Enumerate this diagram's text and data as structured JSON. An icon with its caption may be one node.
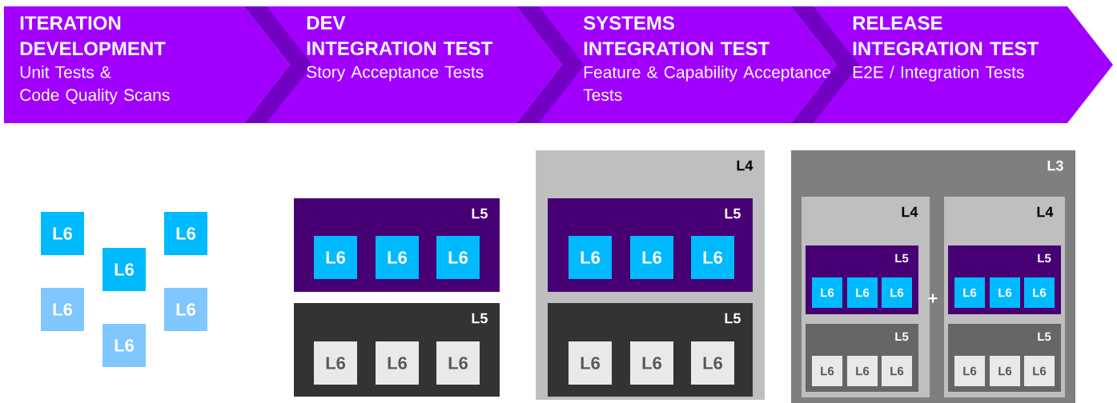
{
  "diagram": {
    "nodes": [
      {
        "text": [
          "ITERATION DEVELOPMENT",
          "Unit Tests & Code Quality Scans"
        ]
      },
      {
        "text": [
          "DEV INTEGRATION TEST",
          "Story Acceptance Tests"
        ]
      },
      {
        "text": [
          "SYSTEMS INTEGRATION TEST",
          "Feature & Capability Acceptance Tests"
        ]
      },
      {
        "text": [
          "RELEASE INTEGRATION TEST",
          "E2E / Integration Tests"
        ]
      },
      {
        "text": [
          "L6"
        ]
      },
      {
        "text": [
          "L6"
        ]
      },
      {
        "text": [
          "L6"
        ]
      },
      {
        "text": [
          "L6"
        ]
      },
      {
        "text": [
          "L6"
        ]
      },
      {
        "text": [
          "L6"
        ]
      },
      {
        "text": [
          "L5"
        ]
      },
      {
        "text": [
          "L6"
        ],
        "in": 10
      },
      {
        "text": [
          "L6"
        ],
        "in": 10
      },
      {
        "text": [
          "L6"
        ],
        "in": 10
      },
      {
        "text": [
          "L5"
        ]
      },
      {
        "text": [
          "L6"
        ],
        "in": 14
      },
      {
        "text": [
          "L6"
        ],
        "in": 14
      },
      {
        "text": [
          "L6"
        ],
        "in": 14
      },
      {
        "text": [
          "L4"
        ]
      },
      {
        "text": [
          "L5"
        ],
        "in": 18
      },
      {
        "text": [
          "L6"
        ],
        "in": 19
      },
      {
        "text": [
          "L6"
        ],
        "in": 19
      },
      {
        "text": [
          "L6"
        ],
        "in": 19
      },
      {
        "text": [
          "L5"
        ],
        "in": 18
      },
      {
        "text": [
          "L6"
        ],
        "in": 23
      },
      {
        "text": [
          "L6"
        ],
        "in": 23
      },
      {
        "text": [
          "L6"
        ],
        "in": 23
      },
      {
        "text": [
          "L3"
        ]
      },
      {
        "text": [
          "L4"
        ],
        "in": 27
      },
      {
        "text": [
          "L5"
        ],
        "in": 28
      },
      {
        "text": [
          "L6"
        ],
        "in": 29
      },
      {
        "text": [
          "L6"
        ],
        "in": 29
      },
      {
        "text": [
          "L6"
        ],
        "in": 29
      },
      {
        "text": [
          "L5"
        ],
        "in": 28
      },
      {
        "text": [
          "L6"
        ],
        "in": 33
      },
      {
        "text": [
          "L6"
        ],
        "in": 33
      },
      {
        "text": [
          "L6"
        ],
        "in": 33
      },
      {
        "text": [
          "L4"
        ],
        "in": 27
      },
      {
        "text": [
          "L5"
        ],
        "in": 37
      },
      {
        "text": [
          "L6"
        ],
        "in": 38
      },
      {
        "text": [
          "L6"
        ],
        "in": 38
      },
      {
        "text": [
          "L6"
        ],
        "in": 38
      },
      {
        "text": [
          "L5"
        ],
        "in": 37
      },
      {
        "text": [
          "L6"
        ],
        "in": 42
      },
      {
        "text": [
          "L6"
        ],
        "in": 42
      },
      {
        "text": [
          "L6"
        ],
        "in": 42
      }
    ],
    "labels": [
      "+"
    ]
  }
}
